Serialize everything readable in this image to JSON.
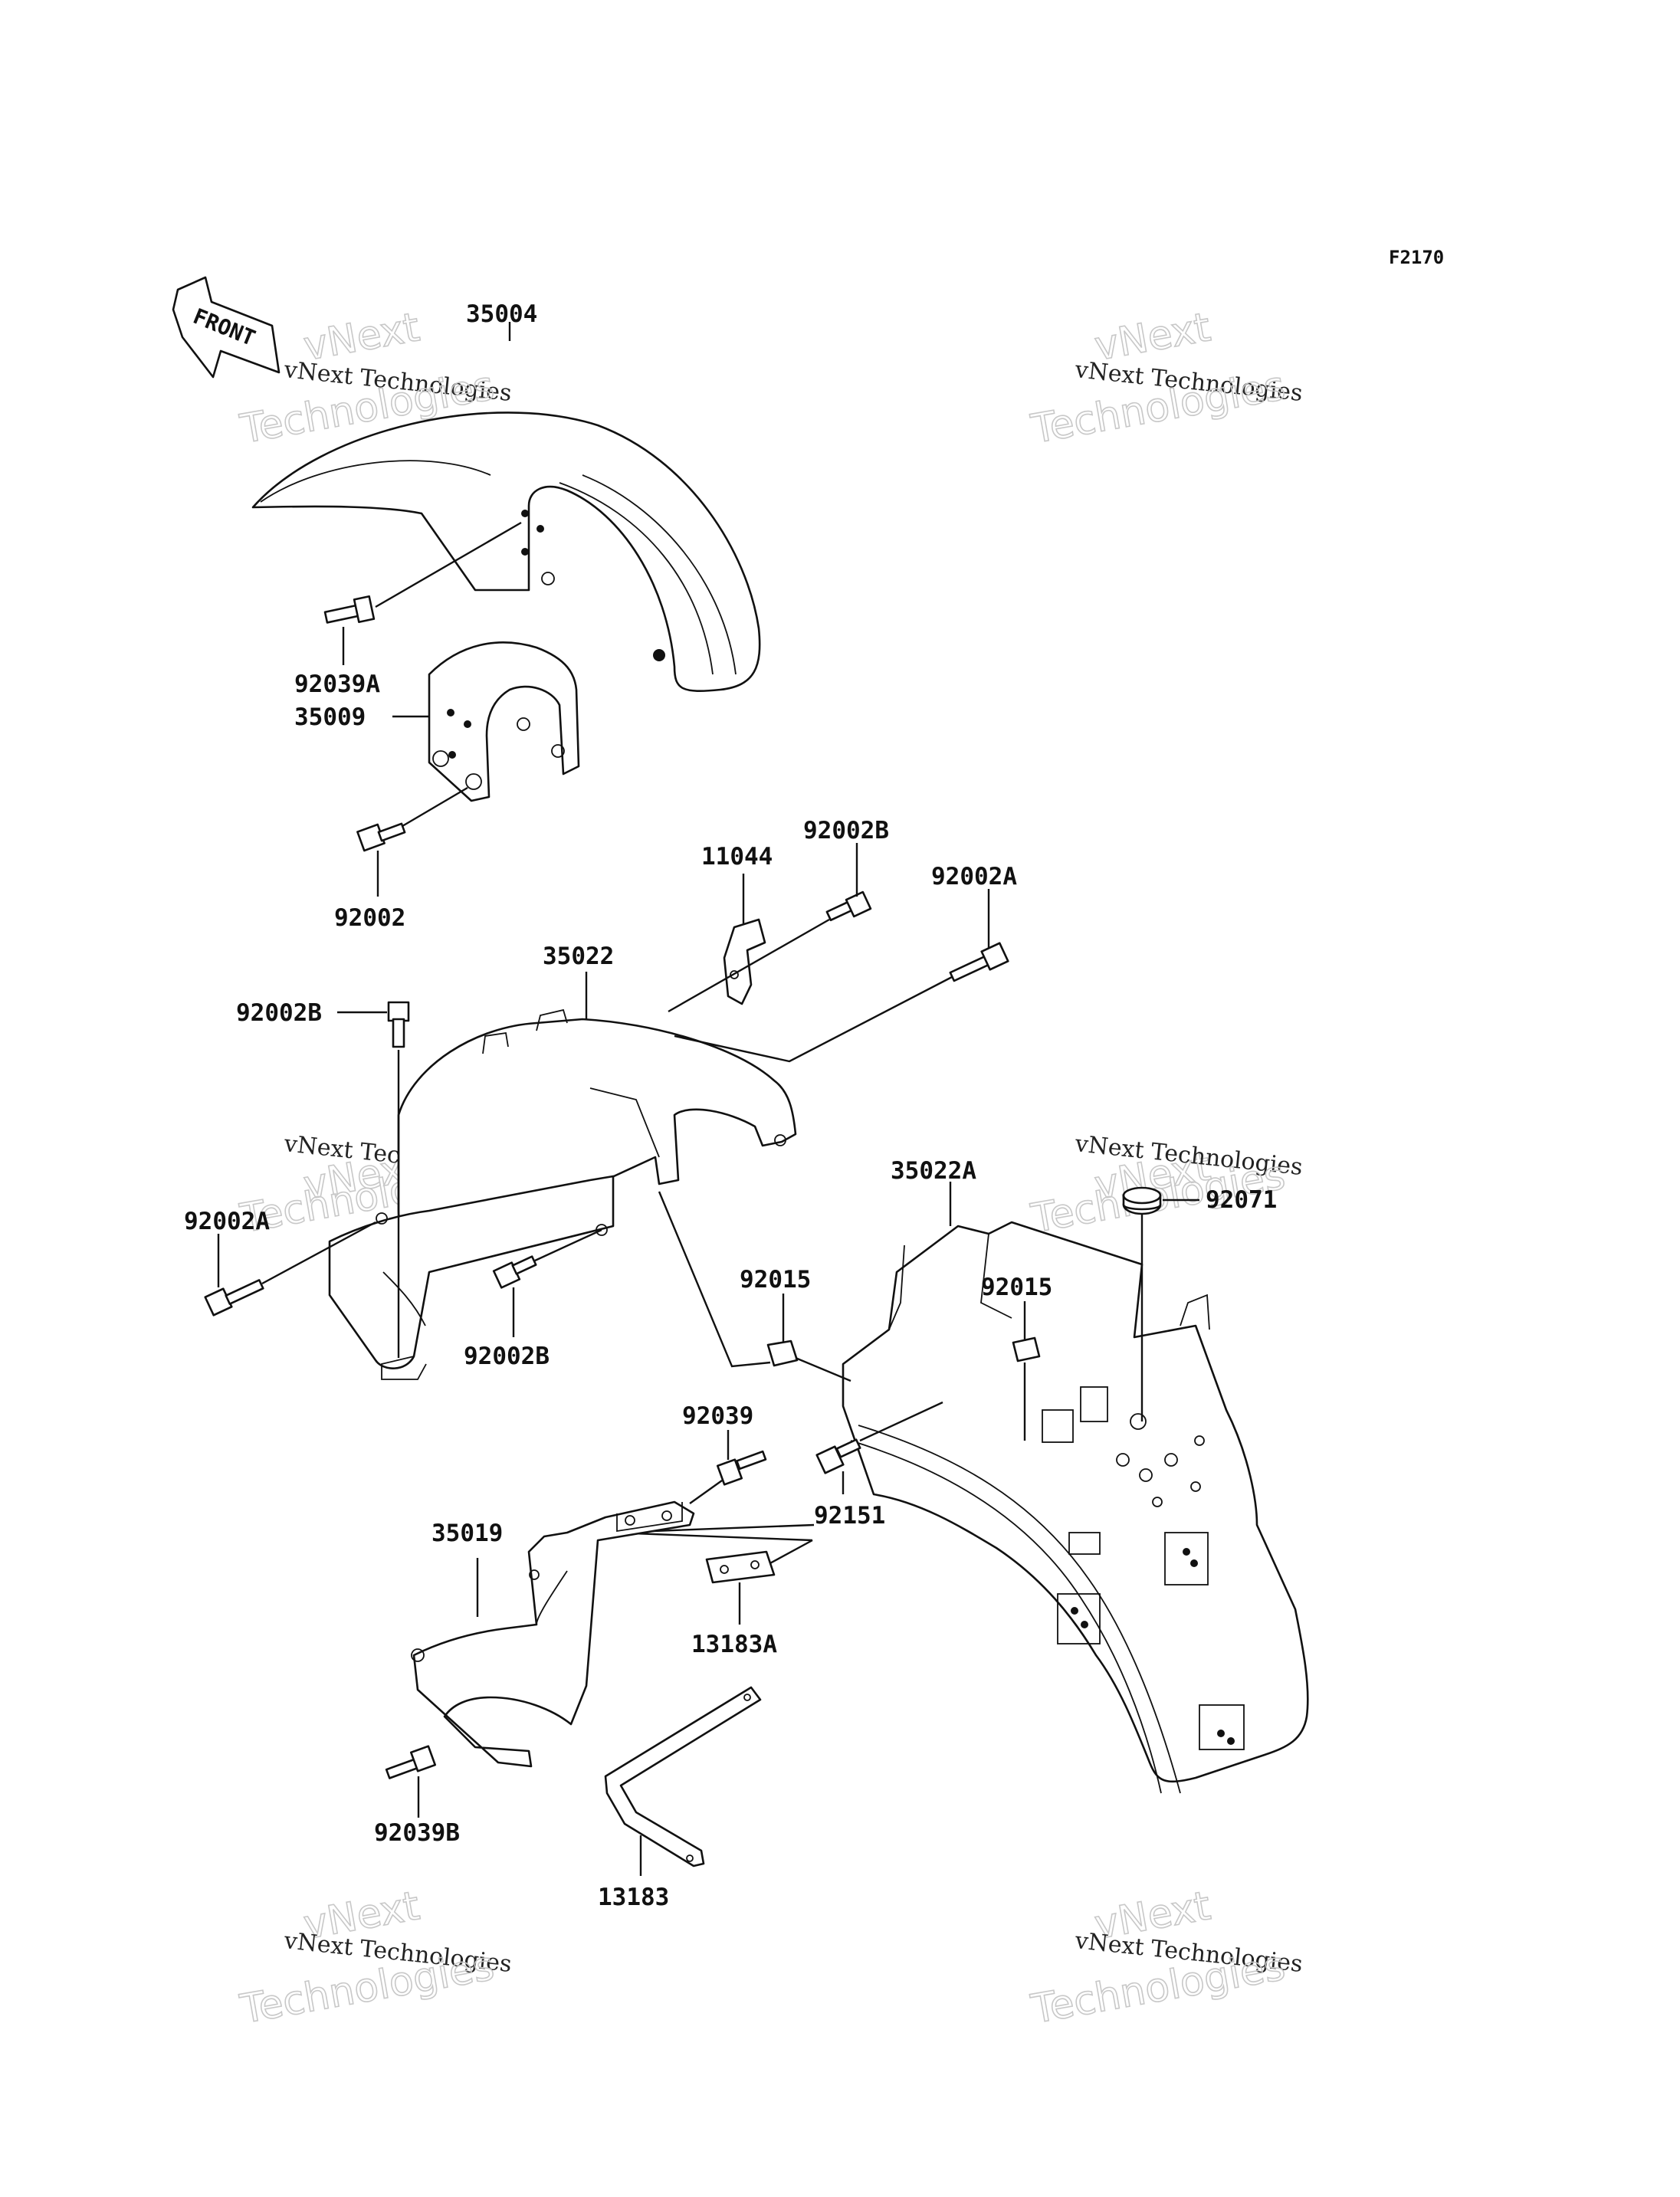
{
  "figure_id": "F2170",
  "front_indicator": "FRONT",
  "watermark": {
    "line1": "vNext Technologies",
    "line2": "vNext",
    "line3": "Technologies"
  },
  "labels": {
    "p35004": "35004",
    "p92039A": "92039A",
    "p35009": "35009",
    "p92002": "92002",
    "p11044": "11044",
    "p92002B_top": "92002B",
    "p92002A_right": "92002A",
    "p35022": "35022",
    "p92002B_left": "92002B",
    "p92002A_left": "92002A",
    "p92002B_mid": "92002B",
    "p35022A": "35022A",
    "p92071": "92071",
    "p92015_a": "92015",
    "p92015_b": "92015",
    "p92039": "92039",
    "p92151": "92151",
    "p35019": "35019",
    "p13183A": "13183A",
    "p92039B": "92039B",
    "p13183": "13183"
  }
}
